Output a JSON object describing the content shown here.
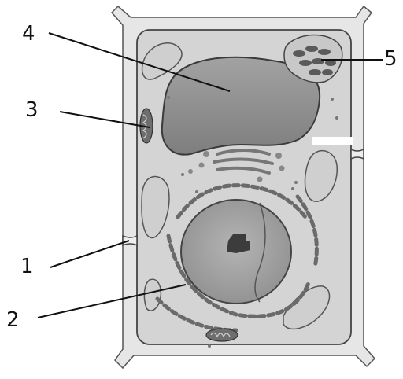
{
  "labels": {
    "one": "1",
    "two": "2",
    "three": "3",
    "four": "4",
    "five": "5"
  },
  "colors": {
    "cell_wall": "#e6e6e6",
    "cytoplasm": "#d4d4d4",
    "vacuole": "#8e8e8e",
    "nucleus": "#a2a2a2",
    "nucleolus": "#3c3c3c",
    "chloroplast": "#cfcfcf",
    "organelle": "#777777",
    "outline": "#333333",
    "pointer": "#111111"
  }
}
